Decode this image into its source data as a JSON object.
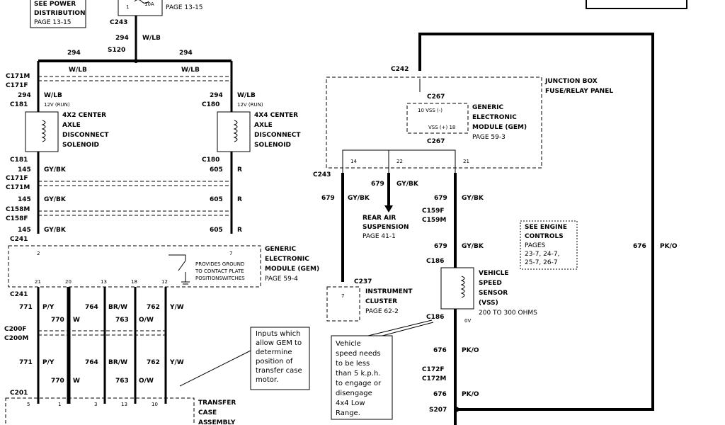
{
  "power_note": {
    "lines": [
      "SEE POWER",
      "DISTRIBUTION",
      "PAGE 13-15"
    ]
  },
  "fuse": {
    "num": "1",
    "amp": "10A",
    "page": "PAGE 13-15"
  },
  "left": {
    "c243": "C243",
    "w294": "294",
    "wlb": "W/LB",
    "s120": "S120",
    "c171m": "C171M",
    "c171f": "C171F",
    "c181": "C181",
    "c180": "C180",
    "run": "12V (RUN)",
    "sol_l": [
      "4X2 CENTER",
      "AXLE",
      "DISCONNECT",
      "SOLENOID"
    ],
    "sol_r": [
      "4X4 CENTER",
      "AXLE",
      "DISCONNECT",
      "SOLENOID"
    ],
    "w145": "145",
    "gvbk": "GY/BK",
    "w605": "605",
    "r": "R",
    "c158m": "C158M",
    "c158f": "C158F",
    "c241": "C241",
    "gem_pin_l": "2",
    "gem_pin_r": "7",
    "provides": [
      "PROVIDES GROUND",
      "TO CONTACT PLATE",
      "POSITIONSWITCHES"
    ],
    "gem": [
      "GENERIC",
      "ELECTRONIC",
      "MODULE (GEM)",
      "PAGE 59-4"
    ],
    "pins": [
      "21",
      "20",
      "13",
      "18",
      "12"
    ],
    "w771": "771",
    "py": "P/Y",
    "w770": "770",
    "w": "W",
    "w764": "764",
    "brw": "BR/W",
    "w763": "763",
    "ow": "O/W",
    "w762": "762",
    "yw": "Y/W",
    "c200f": "C200F",
    "c200m": "C200M",
    "c201": "C201",
    "tc_pins": [
      "5",
      "1",
      "3",
      "13",
      "10"
    ],
    "transfer": [
      "TRANSFER",
      "CASE",
      "ASSEMBLY"
    ],
    "inputs_note": [
      "Inputs which",
      "allow GEM to",
      "determine",
      "position of",
      "transfer case",
      "motor."
    ]
  },
  "right": {
    "c242": "C242",
    "jb": [
      "JUNCTION BOX",
      "FUSE/RELAY PANEL"
    ],
    "c267": "C267",
    "vss_neg": "10 VSS (-)",
    "vss_pos": "VSS (+) 18",
    "gem": [
      "GENERIC",
      "ELECTRONIC",
      "MODULE (GEM)",
      "PAGE 59-3"
    ],
    "p14": "14",
    "p22": "22",
    "p21": "21",
    "c243": "C243",
    "w679": "679",
    "gybk": "GY/BK",
    "rear": [
      "REAR AIR",
      "SUSPENSION",
      "PAGE 41-1"
    ],
    "c237": "C237",
    "cluster_pin": "7",
    "cluster": [
      "INSTRUMENT",
      "CLUSTER",
      "PAGE 62-2"
    ],
    "c159f": "C159F",
    "c159m": "C159M",
    "engine": [
      "SEE ENGINE",
      "CONTROLS",
      "PAGES",
      "23-7, 24-7,",
      "25-7, 26-7"
    ],
    "c186": "C186",
    "vss": [
      "VEHICLE",
      "SPEED",
      "SENSOR",
      "(VSS)",
      "200 TO 300 OHMS"
    ],
    "ov": "0V",
    "w676": "676",
    "pko": "PK/O",
    "c172f": "C172F",
    "c172m": "C172M",
    "s207": "S207",
    "speed_note": [
      "Vehicle",
      "speed needs",
      "to be less",
      "than 5 k.p.h.",
      "to engage or",
      "disengage",
      "4x4      Low",
      "Range."
    ]
  }
}
